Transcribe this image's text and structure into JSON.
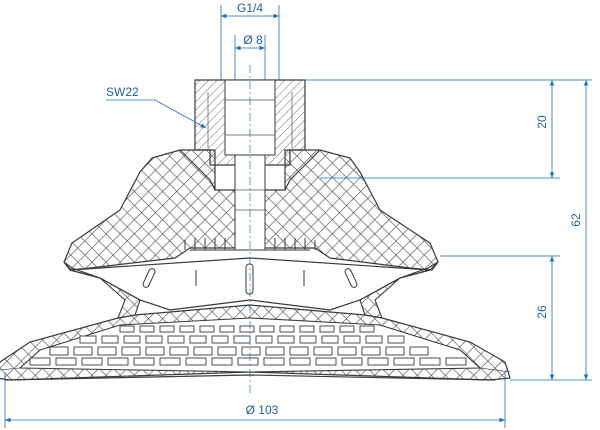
{
  "dimensions": {
    "thread": "G1/4",
    "bore": "Ø 8",
    "wrench": "SW22",
    "upper_height": "20",
    "total_height": "62",
    "lower_height": "26",
    "diameter": "Ø 103"
  },
  "colors": {
    "dimension": "#1f6fbf",
    "outline": "#3a3a3a",
    "hatch": "#444444"
  }
}
